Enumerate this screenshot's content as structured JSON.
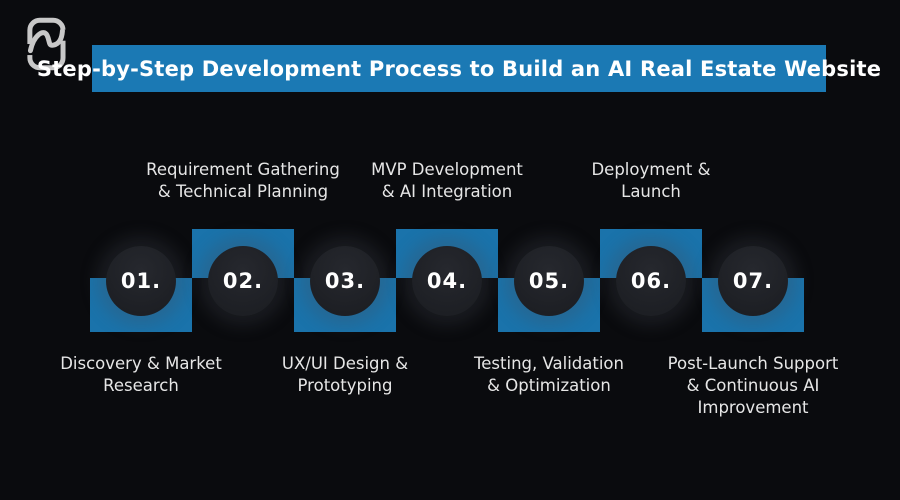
{
  "banner": {
    "title": "Step-by-Step Development Process to Build an AI Real Estate Website"
  },
  "steps": [
    {
      "number": "01.",
      "label": "Discovery & Market\nResearch",
      "label_position": "below"
    },
    {
      "number": "02.",
      "label": "Requirement Gathering\n& Technical Planning",
      "label_position": "above"
    },
    {
      "number": "03.",
      "label": "UX/UI Design &\nPrototyping",
      "label_position": "below"
    },
    {
      "number": "04.",
      "label": "MVP Development\n& AI Integration",
      "label_position": "above"
    },
    {
      "number": "05.",
      "label": "Testing, Validation\n& Optimization",
      "label_position": "below"
    },
    {
      "number": "06.",
      "label": "Deployment &\nLaunch",
      "label_position": "above"
    },
    {
      "number": "07.",
      "label": "Post-Launch Support\n& Continuous AI\nImprovement",
      "label_position": "below"
    }
  ],
  "icons": {
    "logo": "brand-mark-icon"
  },
  "colors": {
    "background": "#0a0b0e",
    "banner_blue": "#1b79b4",
    "block_blue": "#1a73ab",
    "circle_fill": "#1d1f24",
    "title_text": "#ffffff",
    "label_text": "#e6e6e6",
    "logo_gray": "#c8c8c8"
  }
}
